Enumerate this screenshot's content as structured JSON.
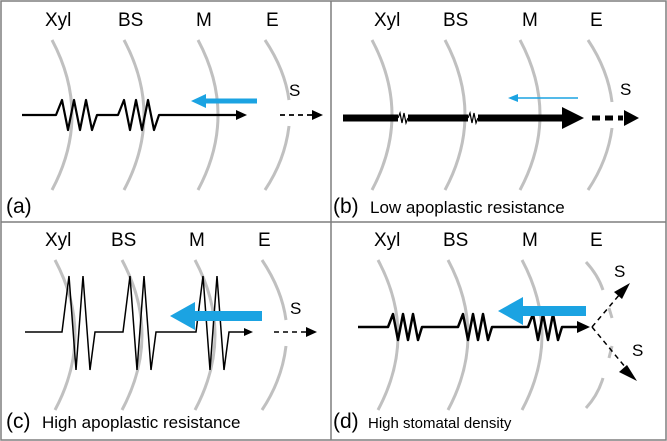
{
  "panels": [
    {
      "id": "a",
      "letter": "(a)",
      "caption": "",
      "headers": [
        "Xyl",
        "BS",
        "M",
        "E"
      ],
      "stoma_labels": [
        "S"
      ]
    },
    {
      "id": "b",
      "letter": "(b)",
      "caption": "Low apoplastic resistance",
      "headers": [
        "Xyl",
        "BS",
        "M",
        "E"
      ],
      "stoma_labels": [
        "S"
      ]
    },
    {
      "id": "c",
      "letter": "(c)",
      "caption": "High apoplastic resistance",
      "headers": [
        "Xyl",
        "BS",
        "M",
        "E"
      ],
      "stoma_labels": [
        "S"
      ]
    },
    {
      "id": "d",
      "letter": "(d)",
      "caption": "High stomatal density",
      "headers": [
        "Xyl",
        "BS",
        "M",
        "E"
      ],
      "stoma_labels": [
        "S",
        "S"
      ]
    }
  ],
  "colors": {
    "border": "#7f7f7f",
    "wall": "#c0c0c0",
    "path": "#000000",
    "arrow_blue": "#1ba3e2"
  }
}
